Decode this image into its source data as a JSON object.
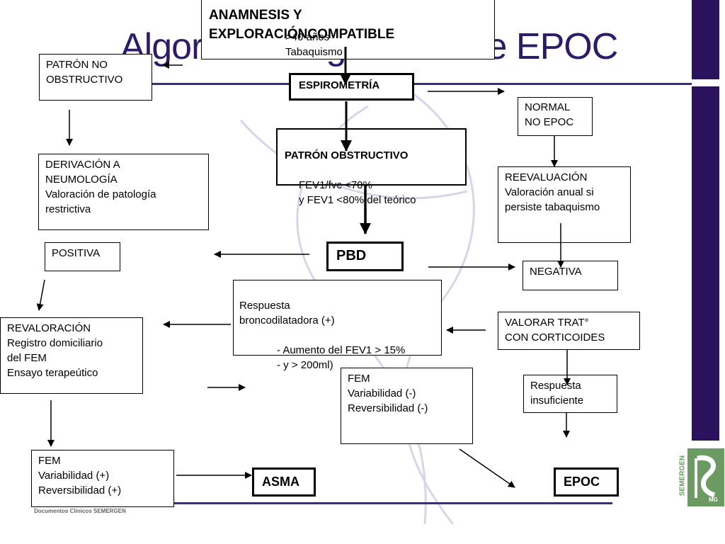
{
  "title": "Algoritmo diagnóstico de EPOC",
  "colors": {
    "accent": "#2a135c",
    "title": "#2d1a6b",
    "logo_green": "#6b9b63"
  },
  "boxes": {
    "anamnesis_title": "ANAMNESIS Y\nEXPLORACIÓNCOMPATIBLE",
    "anamnesis_criteria": ">40 años\nTabaquismo",
    "espirometria": "ESPIROMETRÍA",
    "patron_no_obstructivo": "PATRÓN  NO\nOBSTRUCTIVO",
    "normal": "NORMAL\nNO EPOC",
    "patron_obstructivo_title": "PATRÓN OBSTRUCTIVO",
    "patron_obstructivo_criteria": "FEV1/fvc <70%\ny FEV1 <80% del teórico",
    "derivacion": "DERIVACIÓN A\nNEUMOLOGÍA\nValoración de patología\nrestrictiva",
    "reevaluacion": "REEVALUACIÓN\nValoración anual si\npersiste tabaquismo",
    "pbd": "PBD",
    "positiva": "POSITIVA",
    "negativa": "NEGATIVA",
    "respuesta_bd_title": "Respuesta\nbroncodilatadora (+)",
    "respuesta_bd_criteria": "- Aumento del FEV1 > 15%\n- y > 200ml)",
    "revaloracion": "REVALORACIÓN\nRegistro domiciliario\ndel FEM\nEnsayo terapeútico",
    "valorar": "VALORAR TRAT°\nCON CORTICOIDES",
    "fem_negativo": "FEM\nVariabilidad  (-)\nReversibilidad  (-)",
    "respuesta_insuficiente": "Respuesta\ninsuficiente",
    "fem_positivo": "FEM\nVariabilidad   (+)\nReversibilidad  (+)",
    "asma": "ASMA",
    "epoc": "EPOC"
  },
  "footer": "Documentos Clínicos SEMERGEN",
  "logo": {
    "name": "SEMERGEN",
    "badge": "MG"
  }
}
